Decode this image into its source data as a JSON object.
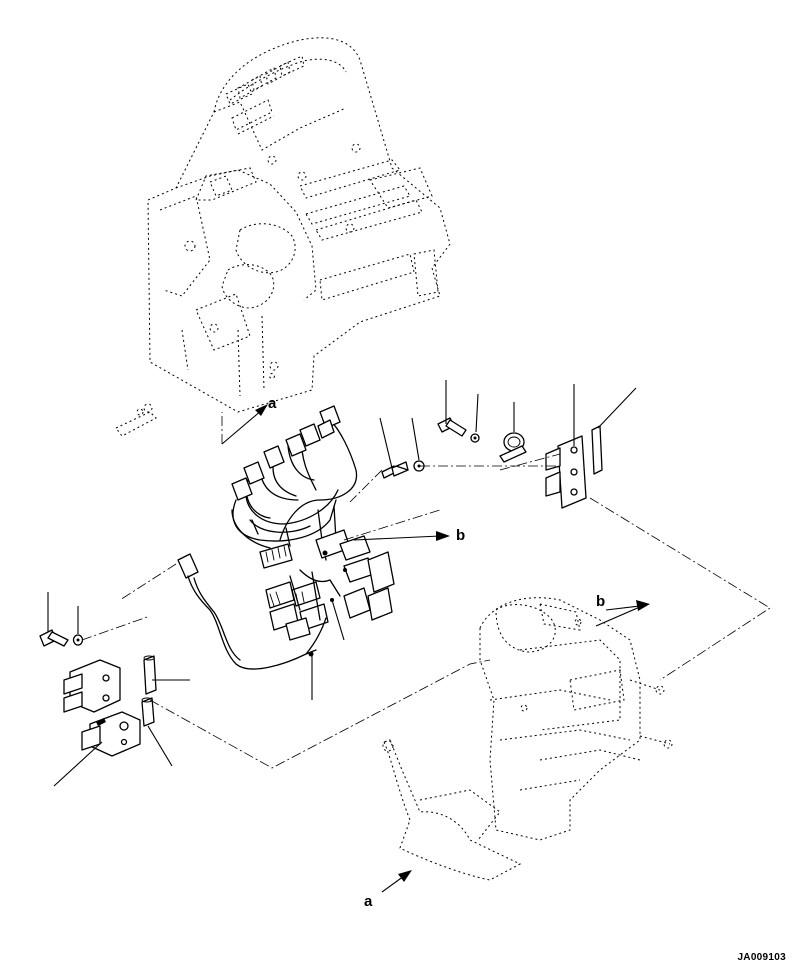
{
  "labels": {
    "ref_a_top": "a",
    "ref_a_bottom": "a",
    "ref_b_harness": "b",
    "ref_b_frame": "b"
  },
  "drawing_code": "JA009103",
  "colors": {
    "line": "#000000",
    "background": "#ffffff"
  }
}
